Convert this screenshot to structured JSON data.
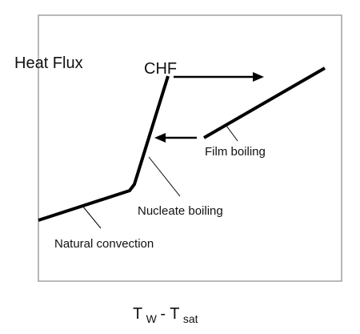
{
  "diagram": {
    "y_axis_label": "Heat Flux",
    "peak_label": "CHF",
    "regions": {
      "nucleate": "Nucleate boiling",
      "natural": "Natural convection",
      "film": "Film boiling"
    },
    "x_axis": {
      "main_left": "T",
      "sub_left": "W",
      "separator": " - T",
      "sub_right": "sat"
    }
  }
}
